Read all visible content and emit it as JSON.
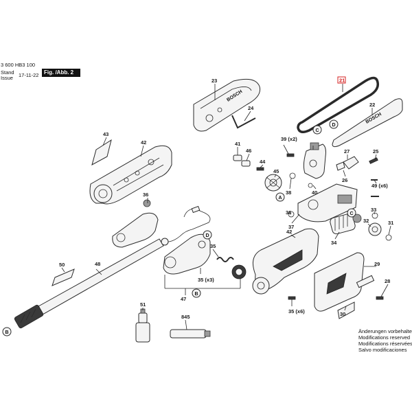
{
  "header": {
    "doc_number": "3 600 HB3 100",
    "stand_label": "Stand",
    "issue_label": "Issue",
    "date": "17-11-22",
    "figure": "Fig. /Abb. 2"
  },
  "notes": [
    "Änderungen vorbehalten",
    "Modifications reserved",
    "Modifications réservées",
    "Salvo modificaciones"
  ],
  "parts": {
    "p21": "21",
    "p22": "22",
    "p23": "23",
    "p24": "24",
    "p25": "25",
    "p26": "26",
    "p27": "27",
    "p28": "28",
    "p29": "29",
    "p30": "30",
    "p31": "31",
    "p32": "32",
    "p33": "33",
    "p34": "34",
    "p35a": "35",
    "p35b": "35 (x3)",
    "p35c": "35 (x6)",
    "p36": "36",
    "p37": "37",
    "p38": "38",
    "p39": "39 (x2)",
    "p40": "40",
    "p41": "41",
    "p42a": "42",
    "p42b": "42",
    "p43": "43",
    "p44": "44",
    "p45": "45",
    "p46": "46",
    "p47": "47",
    "p48": "48",
    "p49": "49 (x6)",
    "p50": "50",
    "p51": "51",
    "p845": "845"
  },
  "markers": {
    "a": "A",
    "b": "B",
    "c": "C",
    "d": "D"
  },
  "logo_text": "BOSCH",
  "colors": {
    "highlight": "#d42020"
  }
}
